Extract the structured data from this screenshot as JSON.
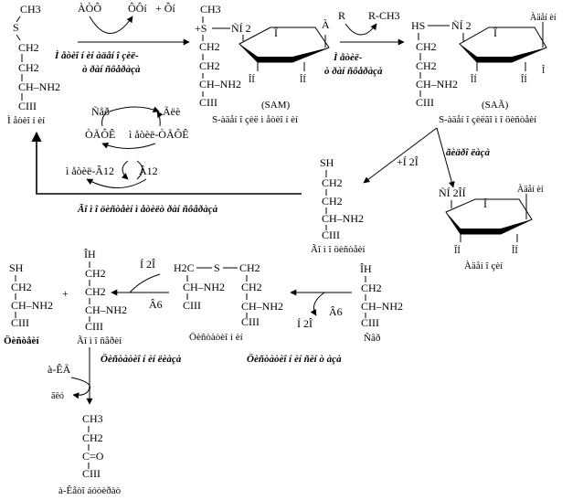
{
  "methionine": {
    "ch3": "CH3",
    "s": "S",
    "ch2a": "CH2",
    "ch2b": "CH2",
    "ch_nh2": "CH–NH2",
    "cooh": "CIII",
    "name": "Ì åòèî í èí"
  },
  "atp_cofactors": {
    "atp": "ÀÒÔ",
    "ppn": "ÔÔí",
    "pn": "+ Ôí"
  },
  "enzyme1": {
    "line1": "Ì åòèî í èí àäåí î çèë-",
    "line2": "ò ðàí ñôåðàçà"
  },
  "sam": {
    "s": "+S",
    "ch3": "CH3",
    "ch2a": "CH2",
    "ch2b": "CH2",
    "ch_nh2": "CH–NH2",
    "cooh": "CIII",
    "nh2": "ÑÍ 2",
    "ring_o": "Î",
    "a": "À",
    "oh1": "ÎÍ",
    "oh2": "ÎÍ",
    "abbrev": "(SAM)",
    "name": "S-àäåí î çèë ì åòèî í èí"
  },
  "methyl_transfer": {
    "r": "R",
    "rch3": "R-CH3"
  },
  "enzyme2": {
    "line1": "Ì åòèë-",
    "line2": "ò ðàí ñôåðàçà"
  },
  "sah": {
    "hs": "HS",
    "nh2": "ÑÍ 2",
    "ch2a": "CH2",
    "ch2b": "CH2",
    "ch_nh2": "CH–NH2",
    "cooh": "CIII",
    "ring_o": "Î",
    "adenine": "Àäåí èí",
    "oh1": "ÎÍ",
    "oh2": "ÎÍ",
    "oh3": "Î",
    "abbrev": "(SAÃ)",
    "name": "S-àäåí î çèëãî ì î öèñòåèí"
  },
  "hydrolysis": {
    "enzyme": "ãèäðî ëàçà",
    "water": "+Í 2Î"
  },
  "homocysteine": {
    "sh": "SH",
    "ch2a": "CH2",
    "ch2b": "CH2",
    "ch_nh2": "CH–NH2",
    "cooh": "CIII",
    "name": "Ãî ì î öèñòåèí"
  },
  "adenosine": {
    "nh2": "ÑÍ 2ÎÍ",
    "ring_o": "Î",
    "adenine": "Àäåí èí",
    "oh1": "ÎÍ",
    "oh2": "ÎÍ",
    "name": "Àäåí î çèí"
  },
  "folate_cycle": {
    "ser": "Ñåð",
    "gly": "Ãëè",
    "thf": "ÒÃÔÊ",
    "methyl_thf": "ì åòèë-ÒÃÔÊ",
    "methyl_b12": "ì åòèë-Â12",
    "b12": "Â12"
  },
  "enzyme3": {
    "label": "Ãî ì î öèñòåèí ì åòèëò ðàí ñôåðàçà"
  },
  "cystathionine": {
    "h2c": "H2C",
    "s": "S",
    "ch2": "CH2",
    "ch_nh2a": "CH–NH2",
    "cooh_a": "CIII",
    "ch2b": "CH2",
    "ch_nh2b": "CH–NH2",
    "cooh_b": "CIII",
    "name": "Öèñòàòèî í èí"
  },
  "serine": {
    "ch": "ÎH",
    "ch2": "CH2",
    "ch_nh2": "CH–NH2",
    "cooh": "CIII",
    "name": "Ñåð"
  },
  "synthase_step": {
    "water": "Í 2Î",
    "b6": "Â6"
  },
  "lyase_step": {
    "water": "Í 2Î",
    "b6": "Â6"
  },
  "cysteine": {
    "sh": "SH",
    "ch2": "CH2",
    "ch_nh2": "CH–NH2",
    "cooh": "CIII",
    "name": "Öèñòåèí"
  },
  "homoserine": {
    "oh": "ÎH",
    "ch2a": "CH2",
    "ch2b": "CH2",
    "ch_nh2": "CH–NH2",
    "cooh": "CIII",
    "name": "Ãî ì î ñåðèí"
  },
  "enzyme4": {
    "label": "Öèñòàòèî í èí ëèàçà"
  },
  "enzyme5": {
    "label": "Öèñòàòèî í èí ñèí ò àçà"
  },
  "ketobutyrate": {
    "cofactor": "à-ÊÃ",
    "enzyme": "ãëó",
    "ch3": "CH3",
    "ch2": "CH2",
    "co": "C=O",
    "cooh": "CIII",
    "name": "à-Êåòî áóòèðàò"
  }
}
